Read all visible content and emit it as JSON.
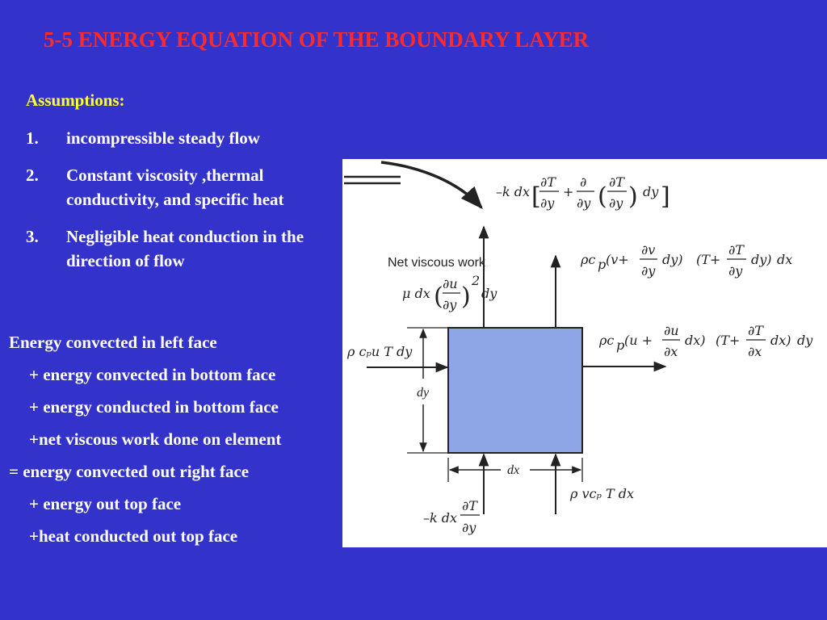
{
  "title": "5-5 ENERGY EQUATION OF THE BOUNDARY LAYER",
  "assumptions": {
    "heading": "Assumptions:",
    "items": [
      {
        "num": "1.",
        "text": "incompressible steady flow"
      },
      {
        "num": "2.",
        "text": "Constant viscosity ,thermal conductivity, and specific heat"
      },
      {
        "num": "3.",
        "text": "Negligible heat conduction in the direction of flow"
      }
    ]
  },
  "energy_balance": [
    "Energy convected in left face",
    "+ energy convected in bottom face",
    "+ energy conducted in bottom face",
    "+net viscous work done on element",
    "= energy convected out right face",
    "+ energy out top face",
    "+heat conducted out top face"
  ],
  "diagram": {
    "net_viscous_work": "Net viscous work",
    "dx": "dx",
    "dy": "dy",
    "left_face": "ρ cₚu T dy",
    "bottom_convect": "ρ vcₚ T dx",
    "colors": {
      "element": "#8fa6e6",
      "line": "#222222",
      "background": "#ffffff"
    }
  },
  "colors": {
    "background": "#3333cc",
    "title": "#ff2b2b",
    "heading": "#ffff33",
    "text": "#ffffff"
  }
}
